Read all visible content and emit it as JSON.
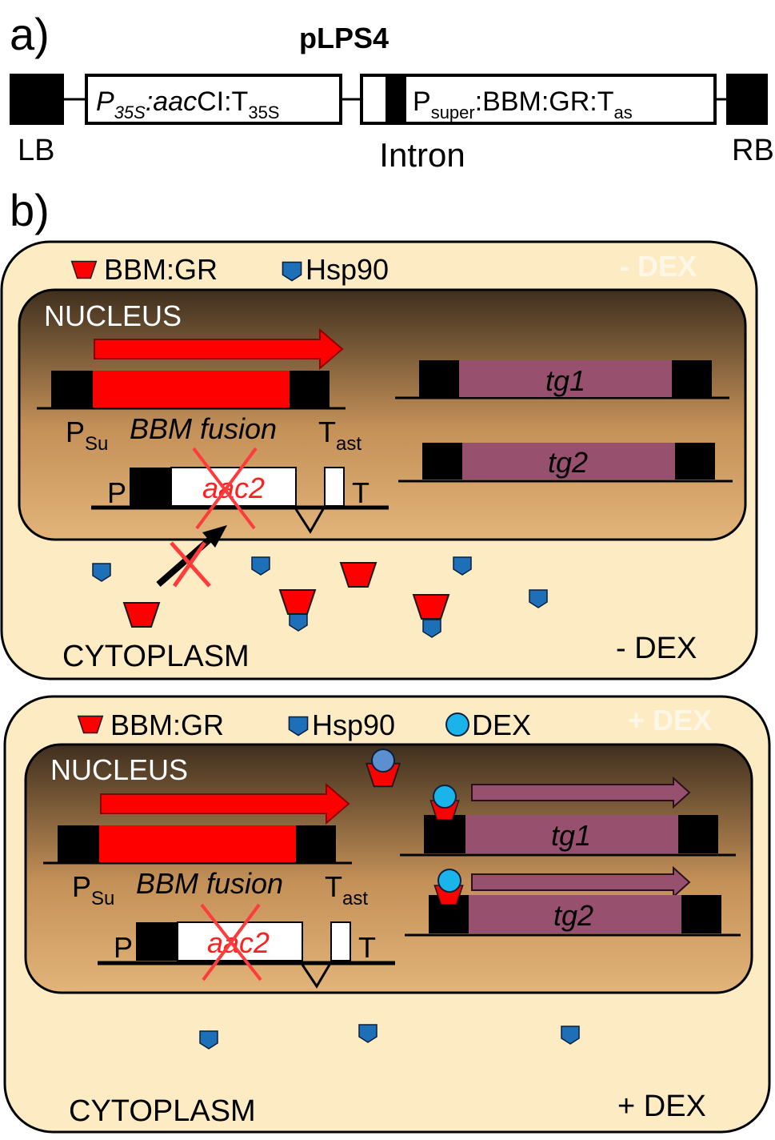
{
  "panel_a": {
    "label": "a)",
    "title": "pLPS4",
    "lb": "LB",
    "rb": "RB",
    "intron": "Intron",
    "cassette1": {
      "p": "P",
      "p_sub": "35S",
      "mid": ":aac",
      "ci": "CI:T",
      "t_sub": "35S"
    },
    "cassette2": {
      "p": "P",
      "p_sub": "super",
      "mid": ":BBM:GR:T",
      "t_sub": "as"
    }
  },
  "panel_b": {
    "label": "b)",
    "top": {
      "legend_bbm": "BBM:GR",
      "legend_hsp": "Hsp90",
      "faint": "- DEX",
      "nucleus": "NUCLEUS",
      "psu": "P",
      "psu_sub": "Su",
      "bbm_fusion": "BBM fusion",
      "tast": "T",
      "tast_sub": "ast",
      "p": "P",
      "t": "T",
      "aac2": "aac2",
      "tg1": "tg1",
      "tg2": "tg2",
      "cytoplasm": "CYTOPLASM",
      "dex_state": "- DEX"
    },
    "bottom": {
      "legend_bbm": "BBM:GR",
      "legend_hsp": "Hsp90",
      "legend_dex": "DEX",
      "faint": "+ DEX",
      "nucleus": "NUCLEUS",
      "psu": "P",
      "psu_sub": "Su",
      "bbm_fusion": "BBM fusion",
      "tast": "T",
      "tast_sub": "ast",
      "p": "P",
      "t": "T",
      "aac2": "aac2",
      "tg1": "tg1",
      "tg2": "tg2",
      "cytoplasm": "CYTOPLASM",
      "dex_state": "+ DEX"
    }
  },
  "colors": {
    "cell_fill": "#fdebc4",
    "nucleus_dark": "#3f2f1e",
    "nucleus_light": "#d9a86b",
    "bbm_red": "#ff0000",
    "tg_purple": "#98506f",
    "hsp_blue": "#1d6fb8",
    "dex_cyan": "#1ab4ea",
    "cross_red": "#ff3b3b"
  },
  "icons": [
    "bbm-gr-icon",
    "hsp90-icon",
    "dex-icon",
    "cross-icon",
    "arrow-icon"
  ]
}
